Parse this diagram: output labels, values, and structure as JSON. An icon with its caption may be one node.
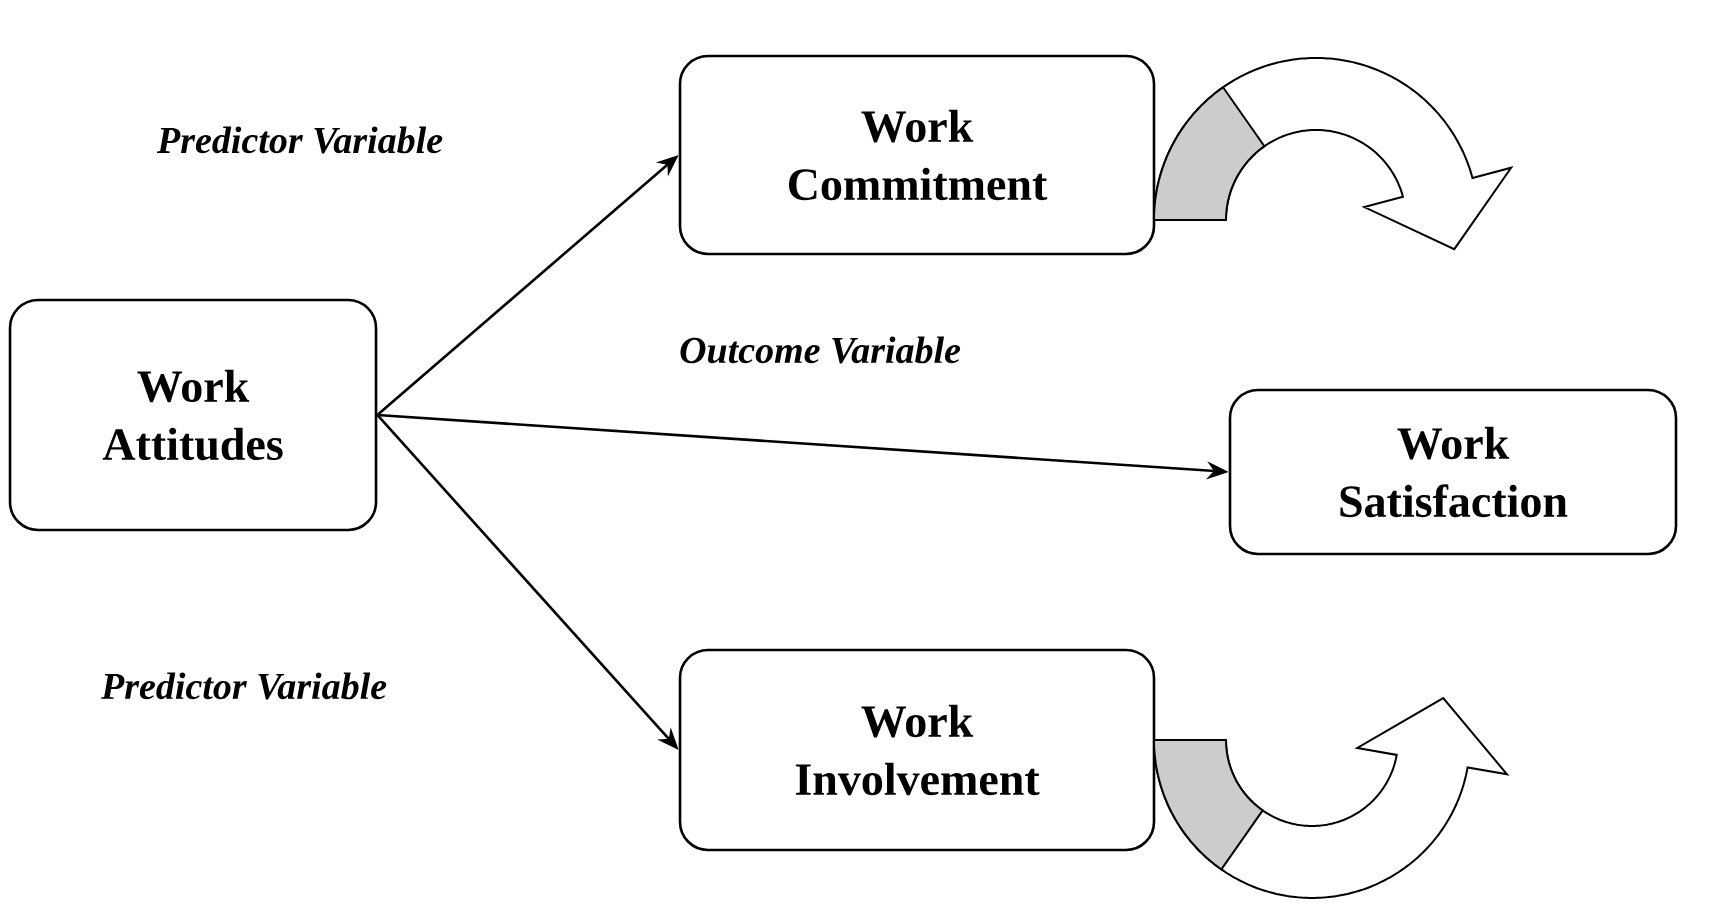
{
  "diagram": {
    "nodes": [
      {
        "text": [
          "Work Attitudes"
        ]
      },
      {
        "text": [
          "Work Commitment"
        ]
      },
      {
        "text": [
          "Work Satisfaction"
        ]
      },
      {
        "text": [
          "Work Involvement"
        ]
      }
    ],
    "edges": [
      {
        "from": 0,
        "to": 1,
        "arrow": "to"
      },
      {
        "from": 0,
        "to": 2,
        "arrow": "to"
      },
      {
        "from": 0,
        "to": 3,
        "arrow": "to"
      },
      {
        "from": 1,
        "to": null,
        "arrow": "to"
      },
      {
        "from": 3,
        "to": null,
        "arrow": "to"
      }
    ],
    "labels": [
      "Predictor Variable",
      "Outcome Variable",
      "Predictor Variable"
    ]
  }
}
